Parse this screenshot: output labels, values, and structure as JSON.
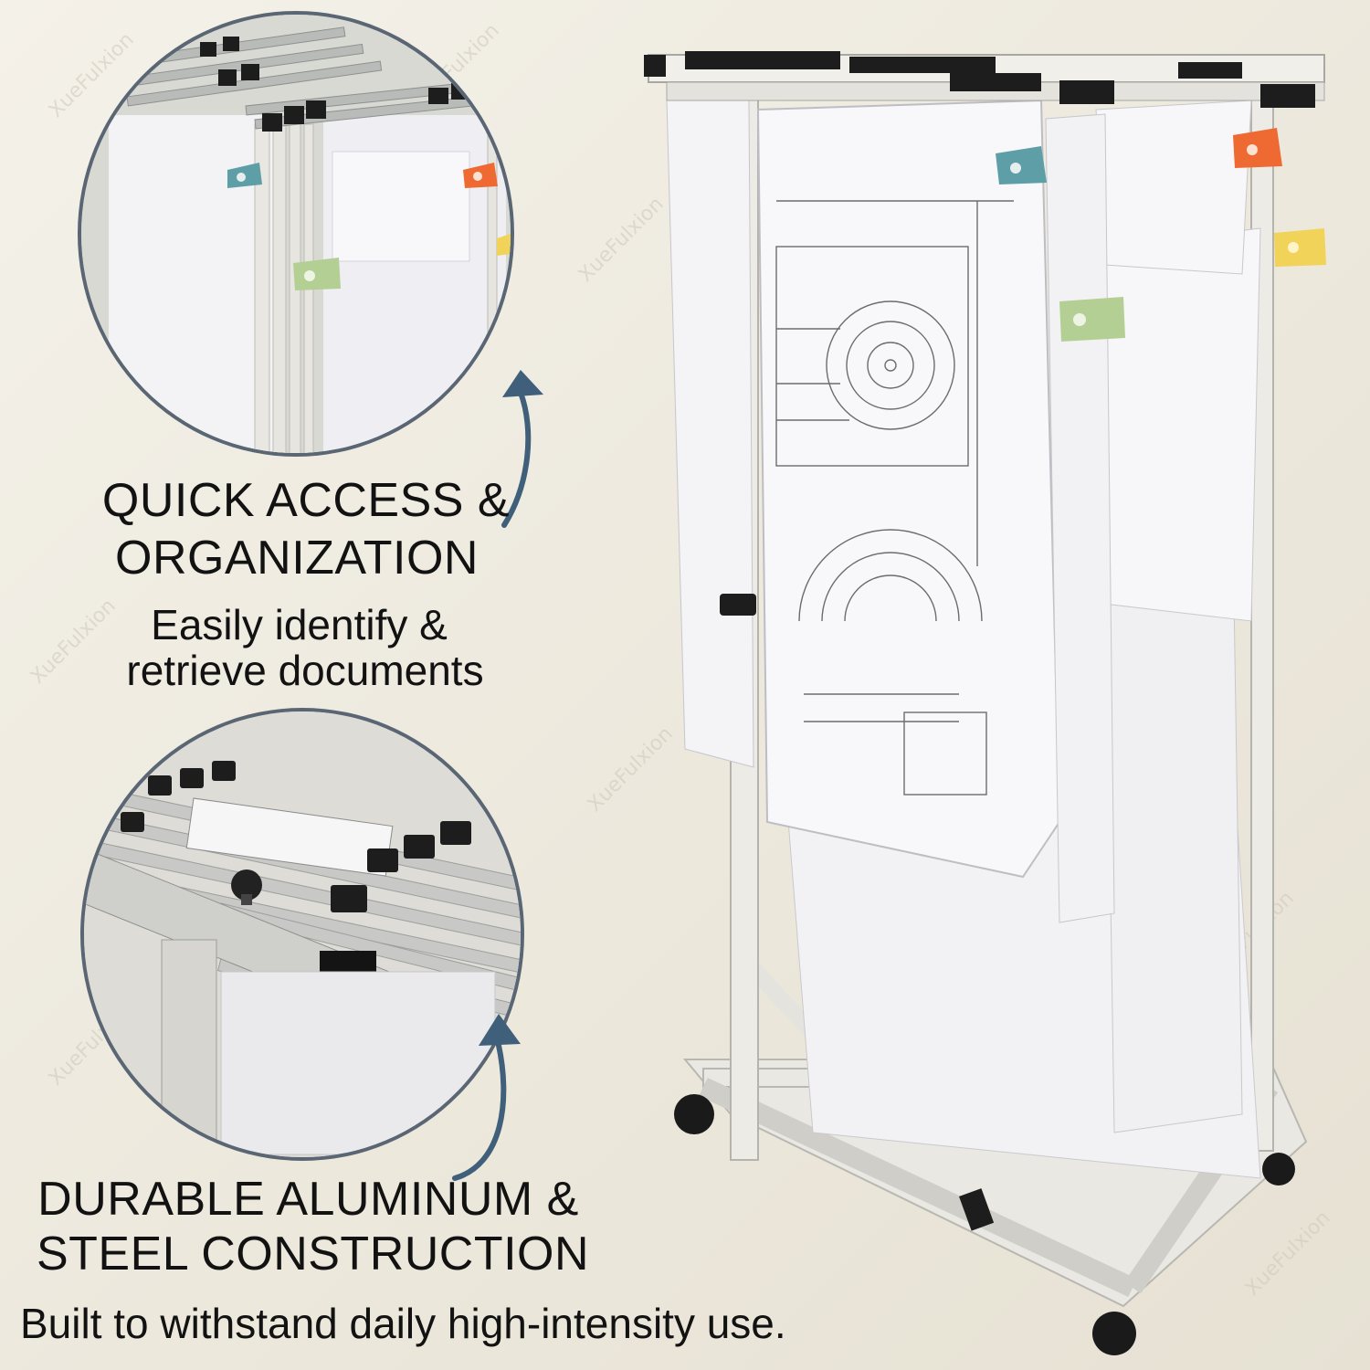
{
  "brand_watermark": "XueFulxion",
  "feature_top": {
    "headline_line1": "QUICK ACCESS &",
    "headline_line2": "ORGANIZATION",
    "sub_line1": "Easily identify &",
    "sub_line2": "retrieve documents"
  },
  "feature_bottom": {
    "headline_line1": "DURABLE ALUMINUM &",
    "headline_line2": "STEEL CONSTRUCTION",
    "sub_line1": "Built to withstand daily high-intensity use."
  },
  "colors": {
    "arrow": "#3f5f7a",
    "tab_teal": "#5e9ea6",
    "tab_orange": "#ee6a32",
    "tab_yellow": "#f1d35a",
    "tab_green": "#b4cf94",
    "frame": "#e9e8e3",
    "bar": "#1d1d1d"
  }
}
